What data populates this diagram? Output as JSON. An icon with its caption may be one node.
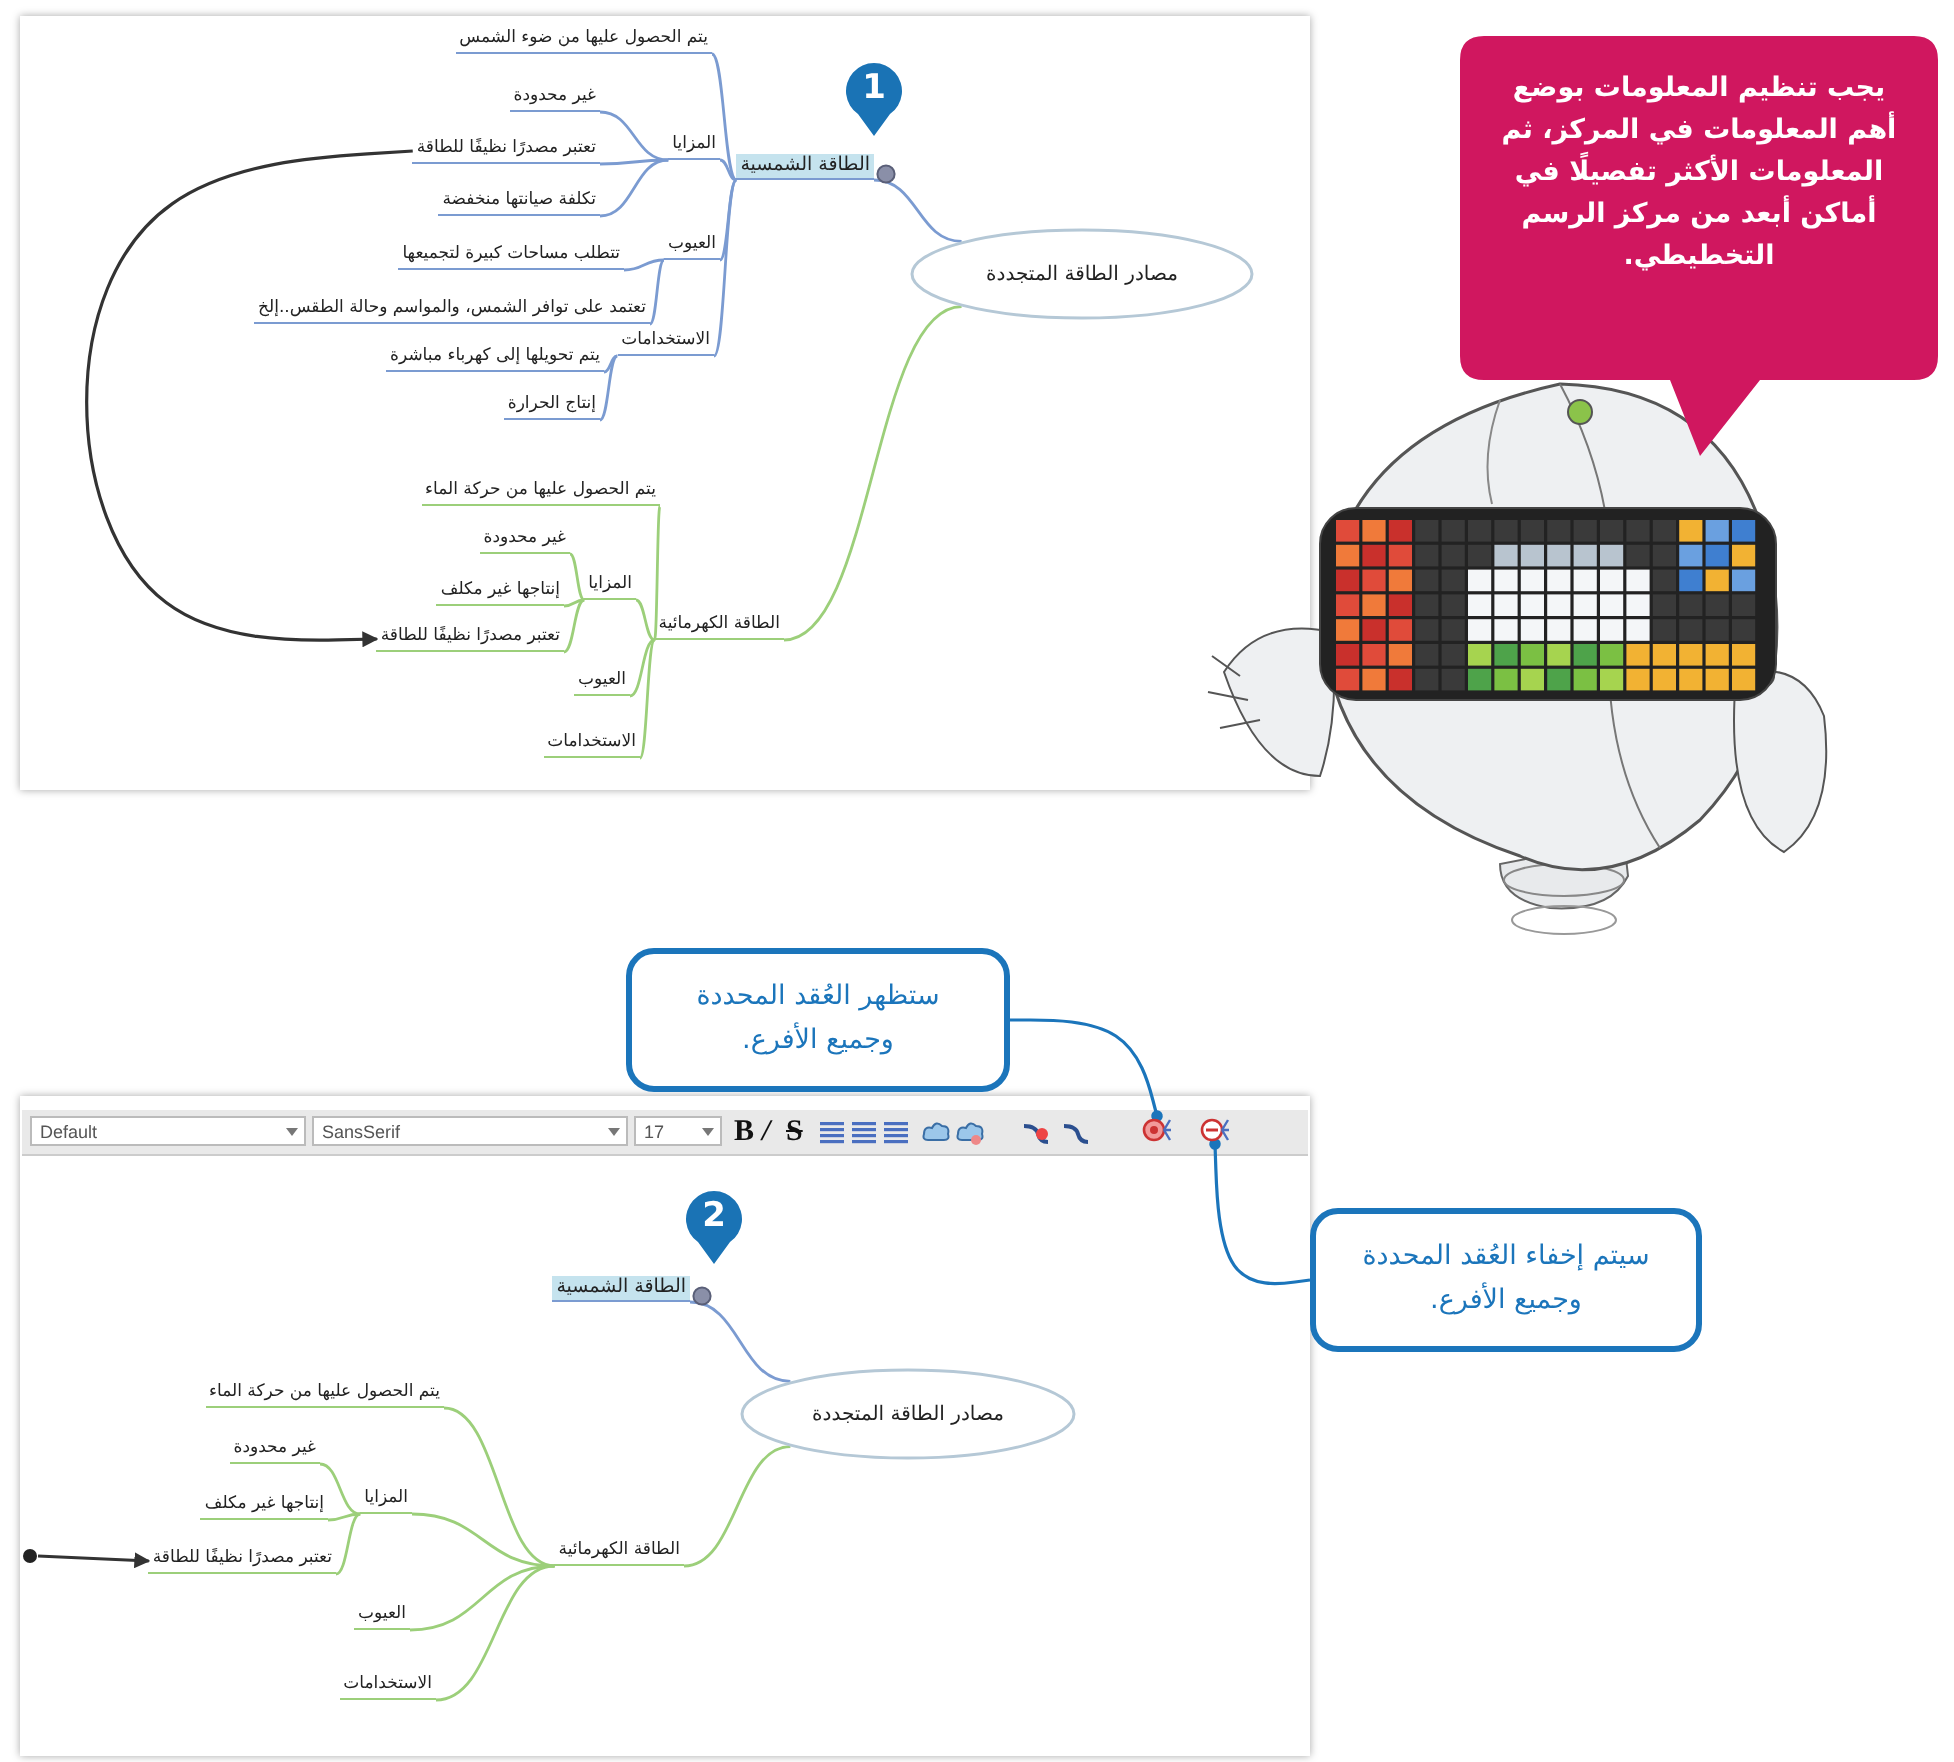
{
  "diagram": {
    "nodes": [
      {
        "text": [
          "مصادر الطاقة المتجددة"
        ]
      },
      {
        "text": [
          "الطاقة الشمسية"
        ]
      },
      {
        "text": [
          "يتم الحصول عليها من ضوء الشمس"
        ]
      },
      {
        "text": [
          "المزايا"
        ]
      },
      {
        "text": [
          "غير محدودة"
        ]
      },
      {
        "text": [
          "تعتبر مصدرًا نظيفًا للطاقة"
        ]
      },
      {
        "text": [
          "تكلفة صيانتها منخفضة"
        ]
      },
      {
        "text": [
          "العيوب"
        ]
      },
      {
        "text": [
          "تتطلب مساحات كبيرة لتجميعها"
        ]
      },
      {
        "text": [
          "تعتمد على توافر الشمس، والمواسم وحالة الطقس..إلخ"
        ]
      },
      {
        "text": [
          "الاستخدامات"
        ]
      },
      {
        "text": [
          "يتم تحويلها إلى كهرباء مباشرة"
        ]
      },
      {
        "text": [
          "إنتاج الحرارة"
        ]
      },
      {
        "text": [
          "الطاقة الكهرمائية"
        ]
      },
      {
        "text": [
          "يتم الحصول عليها من حركة الماء"
        ]
      },
      {
        "text": [
          "المزايا"
        ]
      },
      {
        "text": [
          "غير محدودة"
        ]
      },
      {
        "text": [
          "إنتاجها غير مكلف"
        ]
      },
      {
        "text": [
          "تعتبر مصدرًا نظيفًا للطاقة"
        ]
      },
      {
        "text": [
          "العيوب"
        ]
      },
      {
        "text": [
          "الاستخدامات"
        ]
      },
      {
        "text": [
          "مصادر الطاقة المتجددة"
        ]
      },
      {
        "text": [
          "الطاقة الشمسية"
        ]
      },
      {
        "text": [
          "الطاقة الكهرمائية"
        ]
      },
      {
        "text": [
          "يتم الحصول عليها من حركة الماء"
        ]
      },
      {
        "text": [
          "المزايا"
        ]
      },
      {
        "text": [
          "غير محدودة"
        ]
      },
      {
        "text": [
          "إنتاجها غير مكلف"
        ]
      },
      {
        "text": [
          "تعتبر مصدرًا نظيفًا للطاقة"
        ]
      },
      {
        "text": [
          "العيوب"
        ]
      },
      {
        "text": [
          "الاستخدامات"
        ]
      },
      {
        "text": [],
        "shape": "circle"
      },
      {
        "text": [
          "ستظهر العُقد المحددة وجميع الأفرع."
        ]
      },
      {
        "text": [],
        "shape": "picture"
      },
      {
        "text": [
          "سيتم إخفاء العُقد المحددة وجميع الأفرع."
        ]
      },
      {
        "text": [],
        "shape": "picture"
      },
      {
        "text": [
          "يجب تنظيم المعلومات بوضع أهم المعلومات في المركز، ثم المعلومات الأكثر تفصيلًا في أماكن أبعد من مركز الرسم التخطيطي."
        ]
      }
    ],
    "edges": [
      {
        "from": 0,
        "to": 1,
        "arrow": "none",
        "color": "#7b9bd1"
      },
      {
        "from": 1,
        "to": 2,
        "arrow": "none",
        "color": "#7b9bd1"
      },
      {
        "from": 1,
        "to": 3,
        "arrow": "none",
        "color": "#7b9bd1"
      },
      {
        "from": 3,
        "to": 4,
        "arrow": "none",
        "color": "#7b9bd1"
      },
      {
        "from": 3,
        "to": 5,
        "arrow": "none",
        "color": "#7b9bd1"
      },
      {
        "from": 3,
        "to": 6,
        "arrow": "none",
        "color": "#7b9bd1"
      },
      {
        "from": 1,
        "to": 7,
        "arrow": "none",
        "color": "#7b9bd1"
      },
      {
        "from": 7,
        "to": 8,
        "arrow": "none",
        "color": "#7b9bd1"
      },
      {
        "from": 7,
        "to": 9,
        "arrow": "none",
        "color": "#7b9bd1"
      },
      {
        "from": 1,
        "to": 10,
        "arrow": "none",
        "color": "#7b9bd1"
      },
      {
        "from": 10,
        "to": 11,
        "arrow": "none",
        "color": "#7b9bd1"
      },
      {
        "from": 10,
        "to": 12,
        "arrow": "none",
        "color": "#7b9bd1"
      },
      {
        "from": 0,
        "to": 13,
        "arrow": "none"
      },
      {
        "from": 13,
        "to": 14,
        "arrow": "none"
      },
      {
        "from": 13,
        "to": 15,
        "arrow": "none"
      },
      {
        "from": 15,
        "to": 16,
        "arrow": "none"
      },
      {
        "from": 15,
        "to": 17,
        "arrow": "none"
      },
      {
        "from": 15,
        "to": 18,
        "arrow": "none"
      },
      {
        "from": 13,
        "to": 19,
        "arrow": "none"
      },
      {
        "from": 13,
        "to": 20,
        "arrow": "none"
      },
      {
        "from": 5,
        "to": 18,
        "arrow": "to",
        "color": "#333333"
      },
      {
        "from": 21,
        "to": 22,
        "arrow": "none",
        "color": "#7b9bd1"
      },
      {
        "from": 21,
        "to": 23,
        "arrow": "none"
      },
      {
        "from": 23,
        "to": 24,
        "arrow": "none"
      },
      {
        "from": 23,
        "to": 25,
        "arrow": "none"
      },
      {
        "from": 25,
        "to": 26,
        "arrow": "none"
      },
      {
        "from": 25,
        "to": 27,
        "arrow": "none"
      },
      {
        "from": 25,
        "to": 28,
        "arrow": "none"
      },
      {
        "from": 23,
        "to": 29,
        "arrow": "none"
      },
      {
        "from": 23,
        "to": 30,
        "arrow": "none"
      },
      {
        "from": 31,
        "to": 28,
        "arrow": "to",
        "color": "#333333"
      },
      {
        "from": 32,
        "to": 33,
        "arrow": "other",
        "color": "#1b75bb"
      },
      {
        "from": 34,
        "to": 35,
        "arrow": "other",
        "color": "#1b75bb"
      }
    ],
    "labels": [
      "1",
      "Default",
      "SansSerif",
      "17",
      "B",
      "/",
      "S",
      "2"
    ]
  }
}
